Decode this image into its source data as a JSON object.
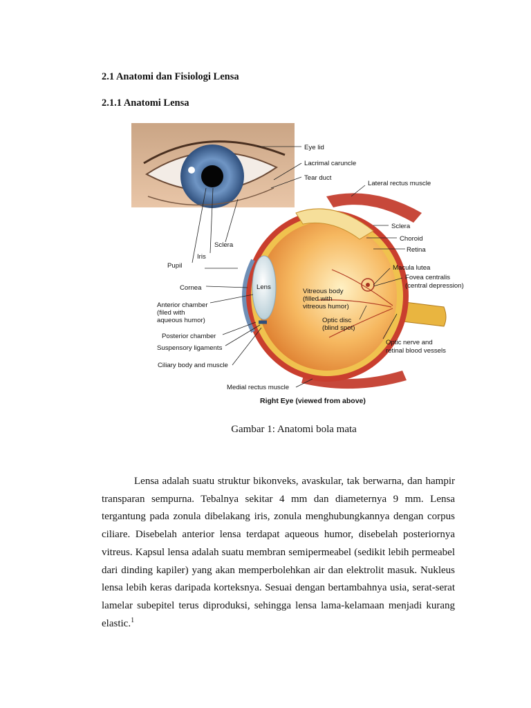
{
  "headings": {
    "section": "2.1 Anatomi dan Fisiologi Lensa",
    "subsection": "2.1.1 Anatomi Lensa"
  },
  "figure": {
    "labels": {
      "eye_lid": "Eye lid",
      "lacrimal_caruncle": "Lacrimal caruncle",
      "tear_duct": "Tear duct",
      "lateral_rectus": "Lateral rectus muscle",
      "sclera_right": "Sclera",
      "choroid": "Choroid",
      "retina": "Retina",
      "macula": "Macula lutea",
      "fovea_1": "Fovea centralis",
      "fovea_2": "(central depression)",
      "sclera_left": "Sclera",
      "iris": "Iris",
      "pupil": "Pupil",
      "cornea": "Cornea",
      "lens": "Lens",
      "vitreous_1": "Vitreous body",
      "vitreous_2": "(filled with",
      "vitreous_3": "vitreous humor)",
      "anterior_1": "Anterior chamber",
      "anterior_2": "(filed with",
      "anterior_3": "aqueous humor)",
      "optic_disc_1": "Optic disc",
      "optic_disc_2": "(blind spot)",
      "posterior": "Posterior chamber",
      "suspensory": "Suspensory ligaments",
      "optic_nerve_1": "Optic nerve and",
      "optic_nerve_2": "retinal blood vessels",
      "ciliary": "Ciliary body and muscle",
      "medial_rectus": "Medial rectus muscle",
      "title": "Right Eye (viewed from above)"
    },
    "caption": "Gambar 1: Anatomi bola mata"
  },
  "paragraph": {
    "text": "Lensa adalah suatu struktur bikonveks, avaskular, tak berwarna, dan hampir transparan sempurna. Tebalnya sekitar 4 mm dan diameternya 9 mm. Lensa tergantung pada zonula dibelakang iris, zonula menghubungkannya dengan corpus ciliare. Disebelah anterior lensa terdapat aqueous humor, disebelah posteriornya vitreus. Kapsul lensa adalah suatu membran semipermeabel (sedikit lebih permeabel dari dinding kapiler) yang akan memperbolehkan air dan elektrolit masuk. Nukleus lensa lebih keras daripada korteksnya. Sesuai dengan bertambahnya usia, serat-serat lamelar subepitel terus diproduksi, sehingga lensa lama-kelamaan menjadi kurang elastic.",
    "footnote": "1"
  }
}
